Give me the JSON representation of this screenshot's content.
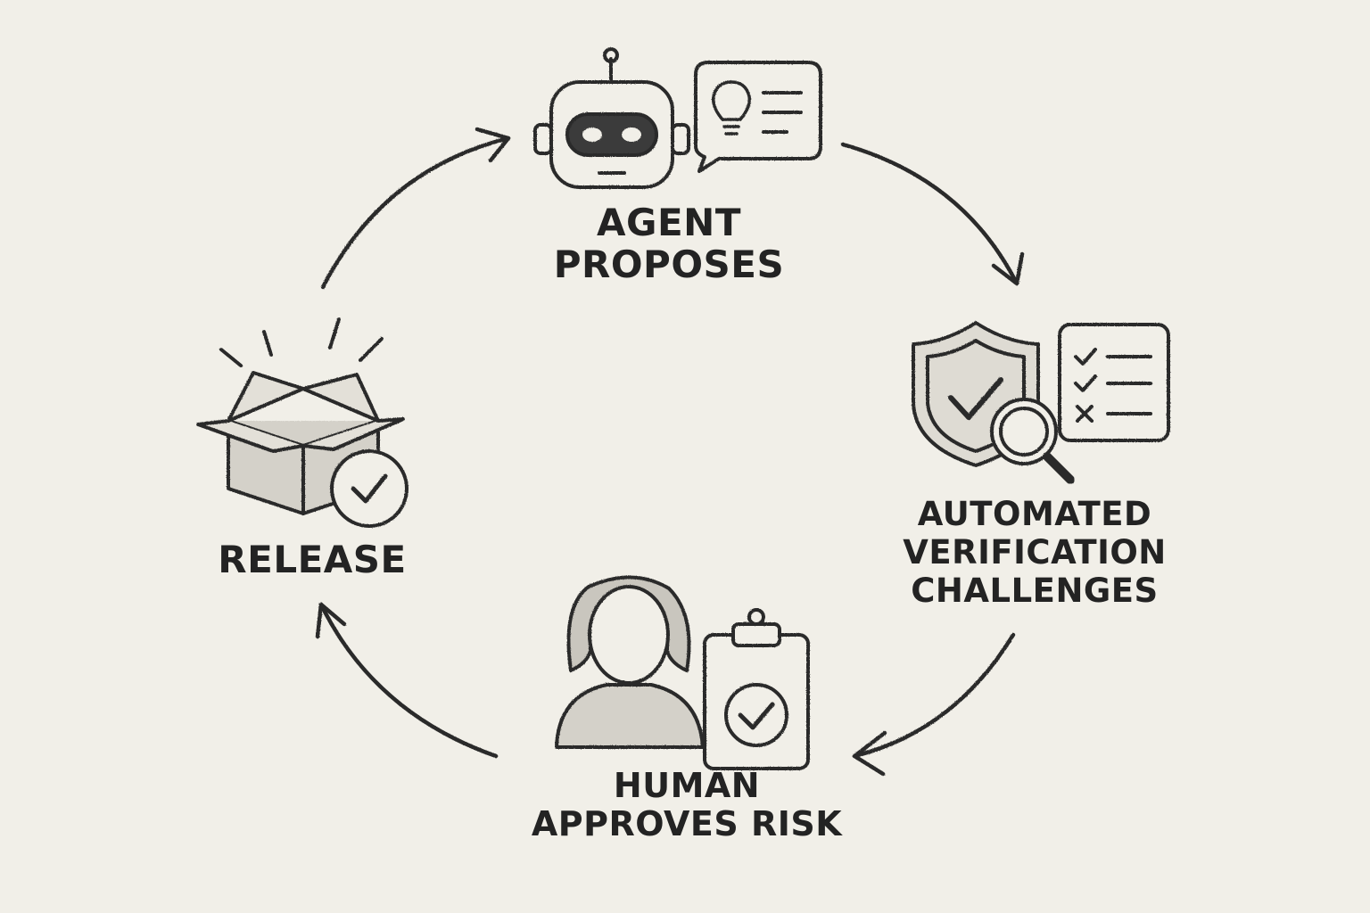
{
  "diagram": {
    "type": "cycle",
    "colors": {
      "background": "#f1efe8",
      "ink": "#2a2a2a",
      "shade": "#bdbab2"
    },
    "steps": [
      {
        "id": "agent",
        "lines": [
          "AGENT",
          "PROPOSES"
        ],
        "icons": [
          "robot-icon",
          "speech-bubble-icon",
          "lightbulb-icon"
        ]
      },
      {
        "id": "verify",
        "lines": [
          "AUTOMATED",
          "VERIFICATION",
          "CHALLENGES"
        ],
        "icons": [
          "shield-check-icon",
          "checklist-icon",
          "magnifier-icon"
        ]
      },
      {
        "id": "human",
        "lines": [
          "HUMAN",
          "APPROVES RISK"
        ],
        "icons": [
          "person-icon",
          "clipboard-check-icon"
        ]
      },
      {
        "id": "release",
        "lines": [
          "RELEASE"
        ],
        "icons": [
          "open-box-icon",
          "check-circle-icon"
        ]
      }
    ],
    "flow": [
      "agent->verify",
      "verify->human",
      "human->release",
      "release->agent"
    ]
  }
}
